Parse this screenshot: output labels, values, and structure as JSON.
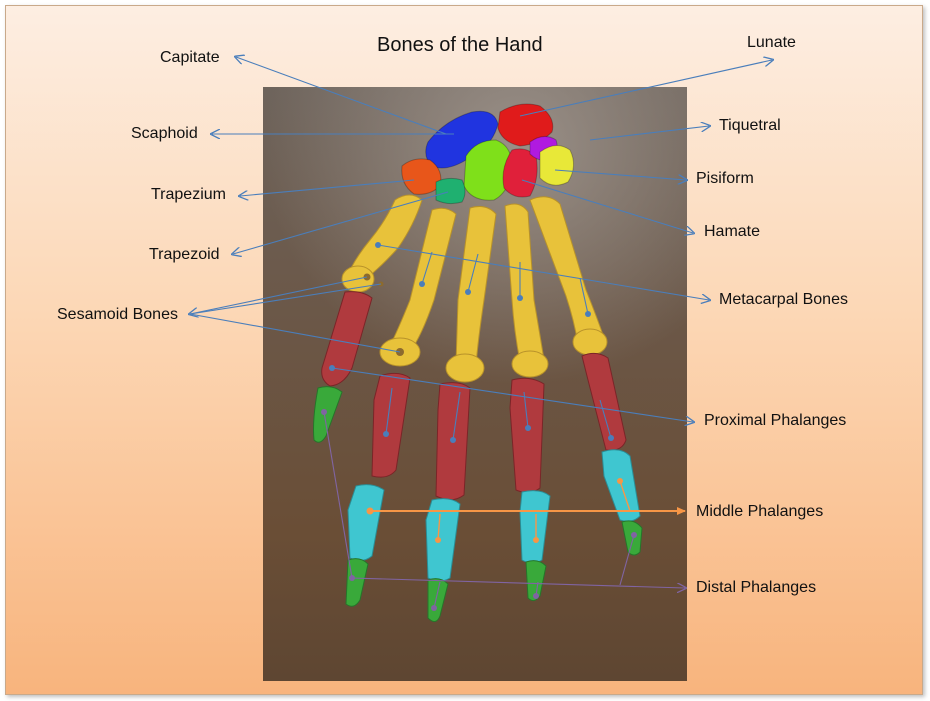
{
  "title": "Bones of the Hand",
  "labels": {
    "capitate": "Capitate",
    "lunate": "Lunate",
    "scaphoid": "Scaphoid",
    "tiquetral": "Tiquetral",
    "trapezium": "Trapezium",
    "pisiform": "Pisiform",
    "hamate": "Hamate",
    "trapezoid": "Trapezoid",
    "sesamoid": "Sesamoid Bones",
    "metacarpal": "Metacarpal Bones",
    "proximal": "Proximal Phalanges",
    "middle": "Middle Phalanges",
    "distal": "Distal Phalanges"
  },
  "colors": {
    "leader_blue": "#4a7ebb",
    "leader_orange": "#f79646",
    "leader_purple": "#8064a2",
    "metacarpal": "#e8c23a",
    "proximal": "#b03a3e",
    "middle": "#3fc6d0",
    "distal": "#39a93a",
    "capitate": "#7fe01a",
    "lunate": "#e01b1b",
    "scaphoid": "#2034e0",
    "trapezium": "#e8561a",
    "trapezoid": "#1fb070",
    "hamate": "#e0203a",
    "pisiform": "#e8e838",
    "triquetral": "#b01ae0"
  }
}
